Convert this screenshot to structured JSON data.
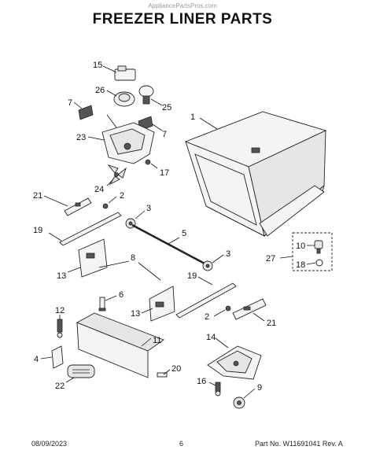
{
  "watermark": "AppliancePartsPros.com",
  "title": "FREEZER LINER PARTS",
  "footer": {
    "date": "08/09/2023",
    "page": "6",
    "part_no": "Part No. W11691041  Rev. A"
  },
  "callouts": {
    "c15": "15",
    "c26": "26",
    "c25": "25",
    "c7a": "7",
    "c7b": "7",
    "c23": "23",
    "c17": "17",
    "c24": "24",
    "c21a": "21",
    "c2a": "2",
    "c3a": "3",
    "c19a": "19",
    "c5": "5",
    "c3b": "3",
    "c8": "8",
    "c13a": "13",
    "c1": "1",
    "c10": "10",
    "c27": "27",
    "c18": "18",
    "c6": "6",
    "c19b": "19",
    "c13b": "13",
    "c2b": "2",
    "c21b": "21",
    "c12": "12",
    "c11": "11",
    "c4": "4",
    "c20": "20",
    "c22": "22",
    "c14": "14",
    "c16": "16",
    "c9": "9"
  }
}
